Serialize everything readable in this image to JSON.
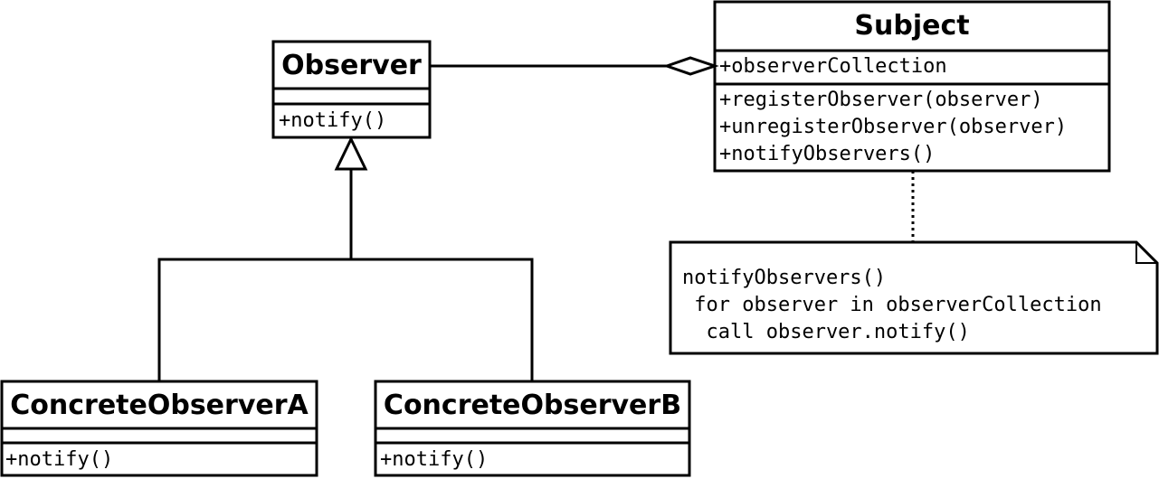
{
  "classes": {
    "observer": {
      "name": "Observer",
      "methods": [
        "+notify()"
      ]
    },
    "subject": {
      "name": "Subject",
      "attributes": [
        "+observerCollection"
      ],
      "methods": [
        "+registerObserver(observer)",
        "+unregisterObserver(observer)",
        "+notifyObservers()"
      ]
    },
    "concrete_a": {
      "name": "ConcreteObserverA",
      "methods": [
        "+notify()"
      ]
    },
    "concrete_b": {
      "name": "ConcreteObserverB",
      "methods": [
        "+notify()"
      ]
    }
  },
  "note": {
    "lines": [
      "notifyObservers()",
      " for observer in observerCollection",
      "  call observer.notify()"
    ]
  }
}
